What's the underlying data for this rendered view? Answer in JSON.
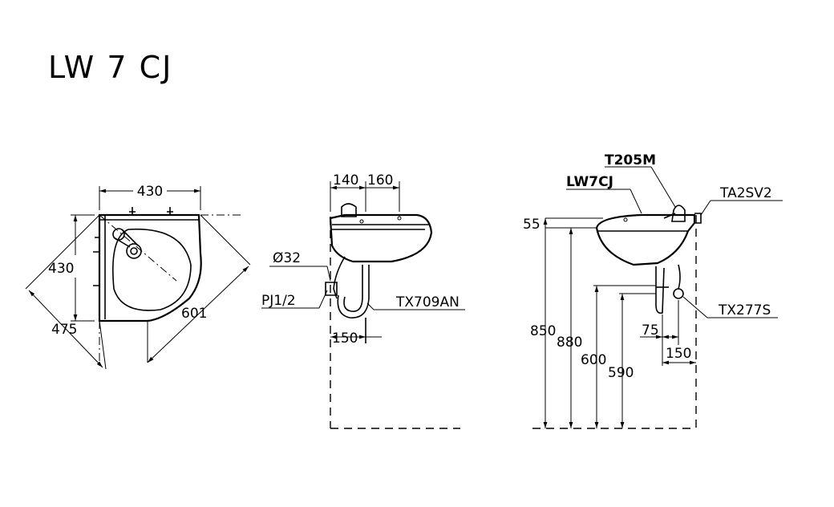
{
  "title": "LW 7 CJ",
  "top_view": {
    "dim_width": "430",
    "dim_depth": "430",
    "dim_diag_left": "475",
    "dim_diag_right": "601"
  },
  "side_view": {
    "dim_a": "140",
    "dim_b": "160",
    "dim_bottom": "150",
    "label_waste": "Ø32",
    "label_supply": "PJ1/2",
    "label_trap": "TX709AN"
  },
  "front_view": {
    "label_faucet": "T205M",
    "label_basin": "LW7CJ",
    "label_valve": "TA2SV2",
    "label_trap": "TX277S",
    "dim_rim": "55",
    "dim_850": "850",
    "dim_880": "880",
    "dim_600": "600",
    "dim_590": "590",
    "dim_75": "75",
    "dim_150": "150"
  }
}
